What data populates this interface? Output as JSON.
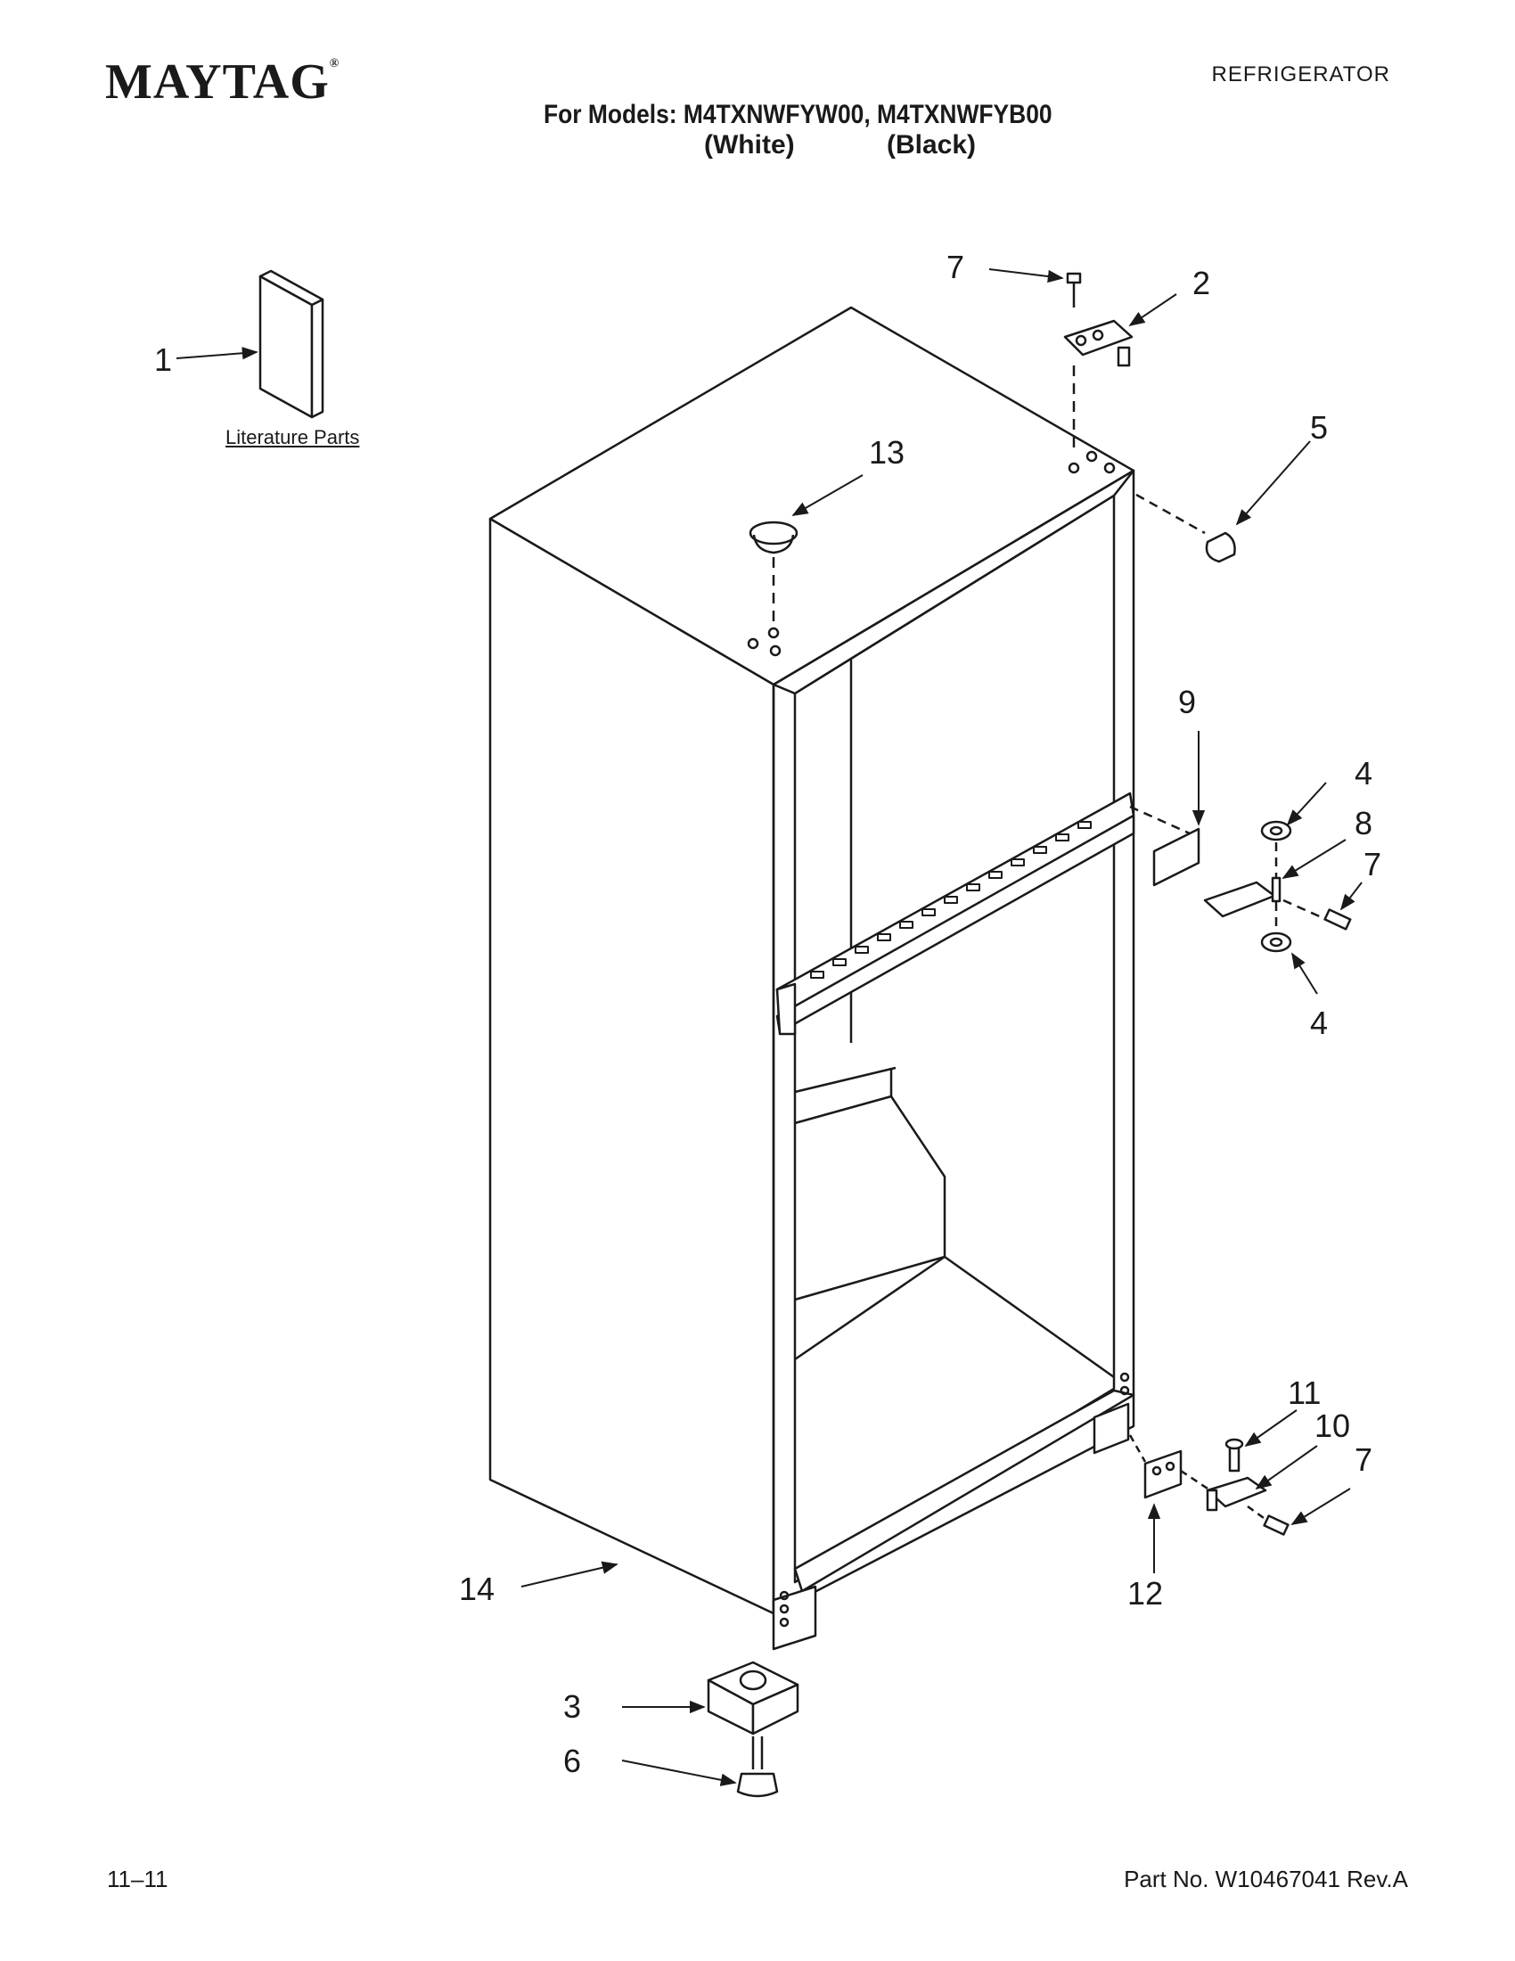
{
  "header": {
    "brand": "MAYTAG",
    "category": "REFRIGERATOR",
    "models_line": "For Models: M4TXNWFYW00, M4TXNWFYB00",
    "color_white": "(White)",
    "color_black": "(Black)"
  },
  "diagram": {
    "literature_label": "Literature Parts",
    "callouts": {
      "c1": "1",
      "c2": "2",
      "c3": "3",
      "c4a": "4",
      "c4b": "4",
      "c5": "5",
      "c6": "6",
      "c7a": "7",
      "c7b": "7",
      "c7c": "7",
      "c8": "8",
      "c9": "9",
      "c10": "10",
      "c11": "11",
      "c12": "12",
      "c13": "13",
      "c14": "14"
    }
  },
  "footer": {
    "date_code": "11–11",
    "part_number": "Part No. W10467041 Rev.A"
  }
}
